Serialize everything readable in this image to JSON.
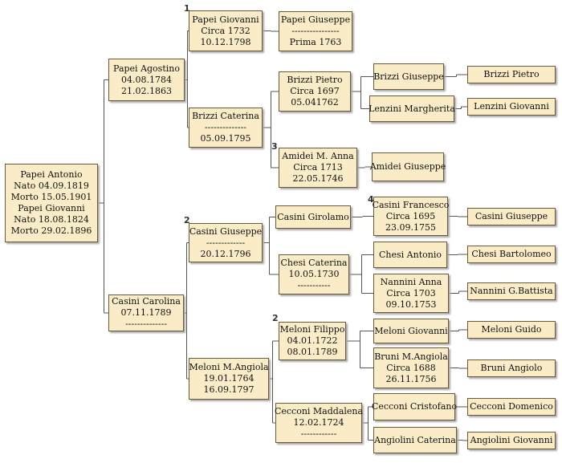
{
  "people": [
    {
      "id": "papei_antonio",
      "lines": [
        "Papei Antonio",
        "Nato 04.09.1819",
        "Morto 15.05.1901",
        "Papei Giovanni",
        "Nato 18.08.1824",
        "Morto 29.02.1896"
      ]
    },
    {
      "id": "papei_agostino",
      "lines": [
        "Papei Agostino",
        "04.08.1784",
        "21.02.1863"
      ]
    },
    {
      "id": "casini_carolina",
      "lines": [
        "Casini Carolina",
        "07.11.1789",
        "--------------"
      ]
    },
    {
      "id": "papei_giovanni_1732",
      "lines": [
        "Papei Giovanni",
        "Circa 1732",
        "10.12.1798"
      ]
    },
    {
      "id": "brizzi_caterina",
      "lines": [
        "Brizzi Caterina",
        "--------------",
        "05.09.1795"
      ]
    },
    {
      "id": "casini_giuseppe",
      "lines": [
        "Casini Giuseppe",
        "-------------",
        "20.12.1796"
      ]
    },
    {
      "id": "meloni_mangiola",
      "lines": [
        "Meloni M.Angiola",
        "19.01.1764",
        "16.09.1797"
      ]
    },
    {
      "id": "papei_giuseppe",
      "lines": [
        "Papei Giuseppe",
        "----------------",
        "Prima 1763"
      ]
    },
    {
      "id": "brizzi_pietro_1697",
      "lines": [
        "Brizzi Pietro",
        "Circa 1697",
        "05.041762"
      ]
    },
    {
      "id": "amidei_m_anna",
      "lines": [
        "Amidei M. Anna",
        "Circa 1713",
        "22.05.1746"
      ]
    },
    {
      "id": "casini_girolamo",
      "lines": [
        "Casini Girolamo"
      ]
    },
    {
      "id": "chesi_caterina",
      "lines": [
        "Chesi Caterina",
        "10.05.1730",
        "-----------"
      ]
    },
    {
      "id": "meloni_filippo",
      "lines": [
        "Meloni  Filippo",
        "04.01.1722",
        "08.01.1789"
      ]
    },
    {
      "id": "cecconi_maddalena",
      "lines": [
        "Cecconi Maddalena",
        "12.02.1724",
        "------------"
      ]
    },
    {
      "id": "brizzi_giuseppe",
      "lines": [
        "Brizzi Giuseppe"
      ]
    },
    {
      "id": "lenzini_margherita",
      "lines": [
        "Lenzini Margherita"
      ]
    },
    {
      "id": "amidei_giuseppe",
      "lines": [
        "Amidei Giuseppe"
      ]
    },
    {
      "id": "casini_francesco",
      "lines": [
        "Casini Francesco",
        "Circa 1695",
        "23.09.1755"
      ]
    },
    {
      "id": "chesi_antonio",
      "lines": [
        "Chesi Antonio"
      ]
    },
    {
      "id": "nannini_anna",
      "lines": [
        "Nannini Anna",
        "Circa 1703",
        "09.10.1753"
      ]
    },
    {
      "id": "meloni_giovanni",
      "lines": [
        "Meloni Giovanni"
      ]
    },
    {
      "id": "bruni_mangiola",
      "lines": [
        "Bruni M.Angiola",
        "Circa 1688",
        "26.11.1756"
      ]
    },
    {
      "id": "cecconi_cristofano",
      "lines": [
        "Cecconi Cristofano"
      ]
    },
    {
      "id": "angiolini_caterina",
      "lines": [
        "Angiolini Caterina"
      ]
    },
    {
      "id": "brizzi_pietro",
      "lines": [
        "Brizzi Pietro"
      ]
    },
    {
      "id": "lenzini_giovanni",
      "lines": [
        "Lenzini Giovanni"
      ]
    },
    {
      "id": "casini_giuseppe_6",
      "lines": [
        "Casini Giuseppe"
      ]
    },
    {
      "id": "chesi_bartolomeo",
      "lines": [
        "Chesi Bartolomeo"
      ]
    },
    {
      "id": "nannini_gbattista",
      "lines": [
        "Nannini G.Battista"
      ]
    },
    {
      "id": "meloni_guido",
      "lines": [
        "Meloni Guido"
      ]
    },
    {
      "id": "bruni_angiolo",
      "lines": [
        "Bruni Angiolo"
      ]
    },
    {
      "id": "cecconi_domenico",
      "lines": [
        "Cecconi Domenico"
      ]
    },
    {
      "id": "angiolini_giovanni",
      "lines": [
        "Angiolini Giovanni"
      ]
    }
  ],
  "markers": [
    {
      "id": "marker_papei_giovanni",
      "text": "1"
    },
    {
      "id": "marker_casini_giuseppe",
      "text": "2"
    },
    {
      "id": "marker_meloni_filippo",
      "text": "2"
    },
    {
      "id": "marker_amidei",
      "text": "3"
    },
    {
      "id": "marker_casini_francesco",
      "text": "4"
    }
  ],
  "links": [
    {
      "parent": "papei_antonio",
      "children": [
        "papei_agostino",
        "casini_carolina"
      ]
    },
    {
      "parent": "papei_agostino",
      "children": [
        "papei_giovanni_1732",
        "brizzi_caterina"
      ]
    },
    {
      "parent": "casini_carolina",
      "children": [
        "casini_giuseppe",
        "meloni_mangiola"
      ]
    },
    {
      "parent": "papei_giovanni_1732",
      "children": [
        "papei_giuseppe"
      ]
    },
    {
      "parent": "brizzi_caterina",
      "children": [
        "brizzi_pietro_1697",
        "amidei_m_anna"
      ]
    },
    {
      "parent": "casini_giuseppe",
      "children": [
        "casini_girolamo",
        "chesi_caterina"
      ]
    },
    {
      "parent": "meloni_mangiola",
      "children": [
        "meloni_filippo",
        "cecconi_maddalena"
      ]
    },
    {
      "parent": "brizzi_pietro_1697",
      "children": [
        "brizzi_giuseppe",
        "lenzini_margherita"
      ]
    },
    {
      "parent": "amidei_m_anna",
      "children": [
        "amidei_giuseppe"
      ]
    },
    {
      "parent": "casini_girolamo",
      "children": [
        "casini_francesco"
      ]
    },
    {
      "parent": "chesi_caterina",
      "children": [
        "chesi_antonio",
        "nannini_anna"
      ]
    },
    {
      "parent": "meloni_filippo",
      "children": [
        "meloni_giovanni",
        "bruni_mangiola"
      ]
    },
    {
      "parent": "cecconi_maddalena",
      "children": [
        "cecconi_cristofano",
        "angiolini_caterina"
      ]
    },
    {
      "parent": "brizzi_giuseppe",
      "children": [
        "brizzi_pietro"
      ]
    },
    {
      "parent": "lenzini_margherita",
      "children": [
        "lenzini_giovanni"
      ]
    },
    {
      "parent": "casini_francesco",
      "children": [
        "casini_giuseppe_6"
      ]
    },
    {
      "parent": "chesi_antonio",
      "children": [
        "chesi_bartolomeo"
      ]
    },
    {
      "parent": "nannini_anna",
      "children": [
        "nannini_gbattista"
      ]
    },
    {
      "parent": "meloni_giovanni",
      "children": [
        "meloni_guido"
      ]
    },
    {
      "parent": "bruni_mangiola",
      "children": [
        "bruni_angiolo"
      ]
    },
    {
      "parent": "cecconi_cristofano",
      "children": [
        "cecconi_domenico"
      ]
    },
    {
      "parent": "angiolini_caterina",
      "children": [
        "angiolini_giovanni"
      ]
    }
  ]
}
